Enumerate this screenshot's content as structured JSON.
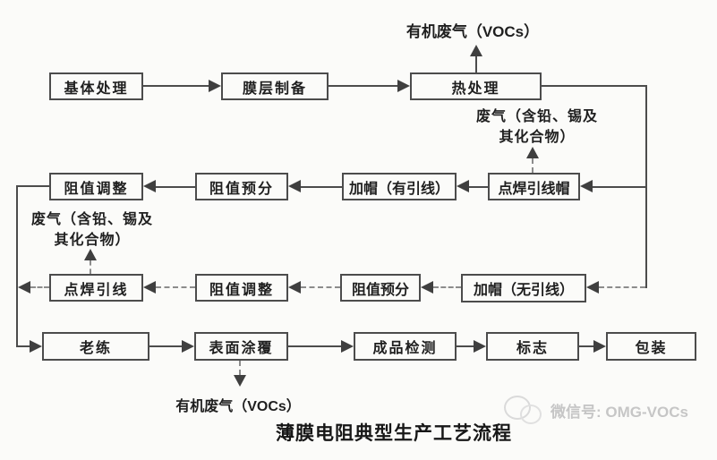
{
  "diagram": {
    "title": "薄膜电阻典型生产工艺流程",
    "boxes": [
      {
        "id": "substrate-treatment",
        "label": "基体处理"
      },
      {
        "id": "film-preparation",
        "label": "膜层制备"
      },
      {
        "id": "heat-treatment",
        "label": "热处理"
      },
      {
        "id": "resistance-adjust-1",
        "label": "阻值调整"
      },
      {
        "id": "resistance-presort-1",
        "label": "阻值预分"
      },
      {
        "id": "capping-with-leads",
        "label": "加帽（有引线）"
      },
      {
        "id": "spot-weld-lead-cap",
        "label": "点焊引线帽"
      },
      {
        "id": "spot-weld-leads",
        "label": "点焊引线"
      },
      {
        "id": "resistance-adjust-2",
        "label": "阻值调整"
      },
      {
        "id": "resistance-presort-2",
        "label": "阻值预分"
      },
      {
        "id": "capping-without-leads",
        "label": "加帽（无引线）"
      },
      {
        "id": "aging",
        "label": "老练"
      },
      {
        "id": "surface-coating",
        "label": "表面涂覆"
      },
      {
        "id": "final-inspection",
        "label": "成品检测"
      },
      {
        "id": "marking",
        "label": "标志"
      },
      {
        "id": "packaging",
        "label": "包装"
      }
    ],
    "emissions": {
      "voc_top": "有机废气（VOCs）",
      "waste_right_line1": "废气（含铅、锡及",
      "waste_right_line2": "其化合物）",
      "waste_left_line1": "废气（含铅、锡及",
      "waste_left_line2": "其化合物）",
      "voc_bottom": "有机废气（VOCs）"
    },
    "watermark": {
      "label": "微信号: OMG-VOCs",
      "icon": "wechat-icon"
    }
  }
}
